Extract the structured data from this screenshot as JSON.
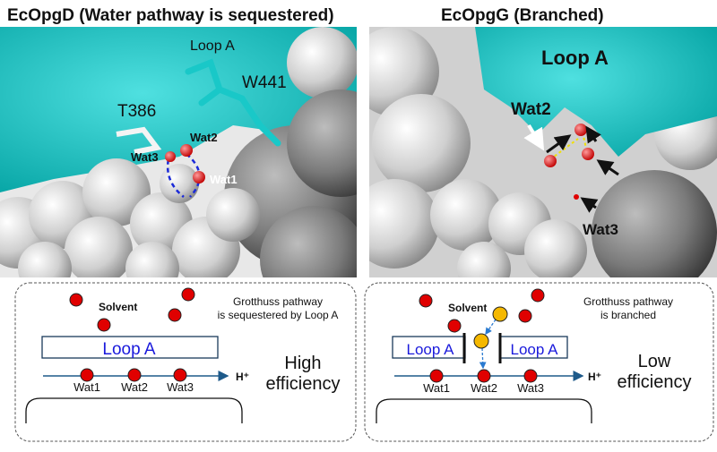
{
  "panels": {
    "left": {
      "title": "EcOpgD (Water pathway is sequestered)",
      "structure_labels": {
        "loop": "Loop A",
        "residue1": "W441",
        "residue2": "T386",
        "wat2": "Wat2",
        "wat3": "Wat3",
        "wat1": "Wat1"
      },
      "schematic": {
        "solvent": "Solvent",
        "note_line1": "Grotthuss pathway",
        "note_line2": "is sequestered by Loop A",
        "loop": "Loop A",
        "proton": "H⁺",
        "waters": [
          "Wat1",
          "Wat2",
          "Wat3"
        ],
        "efficiency_line1": "High",
        "efficiency_line2": "efficiency"
      }
    },
    "right": {
      "title": "EcOpgG (Branched)",
      "structure_labels": {
        "loop": "Loop A",
        "wat2": "Wat2",
        "wat3": "Wat3"
      },
      "schematic": {
        "solvent": "Solvent",
        "note_line1": "Grotthuss pathway",
        "note_line2": "is branched",
        "loop_left": "Loop A",
        "loop_right": "Loop A",
        "proton": "H⁺",
        "waters": [
          "Wat1",
          "Wat2",
          "Wat3"
        ],
        "efficiency_line1": "Low",
        "efficiency_line2": "efficiency"
      }
    }
  },
  "colors": {
    "surface_cyan": "#17c4c4",
    "surface_gray": "#d8d8d8",
    "water_red": "#e00000",
    "solvent_yellow": "#f5b800",
    "loop_text": "#1a1adc",
    "arrow_blue": "#1e5a8a"
  }
}
